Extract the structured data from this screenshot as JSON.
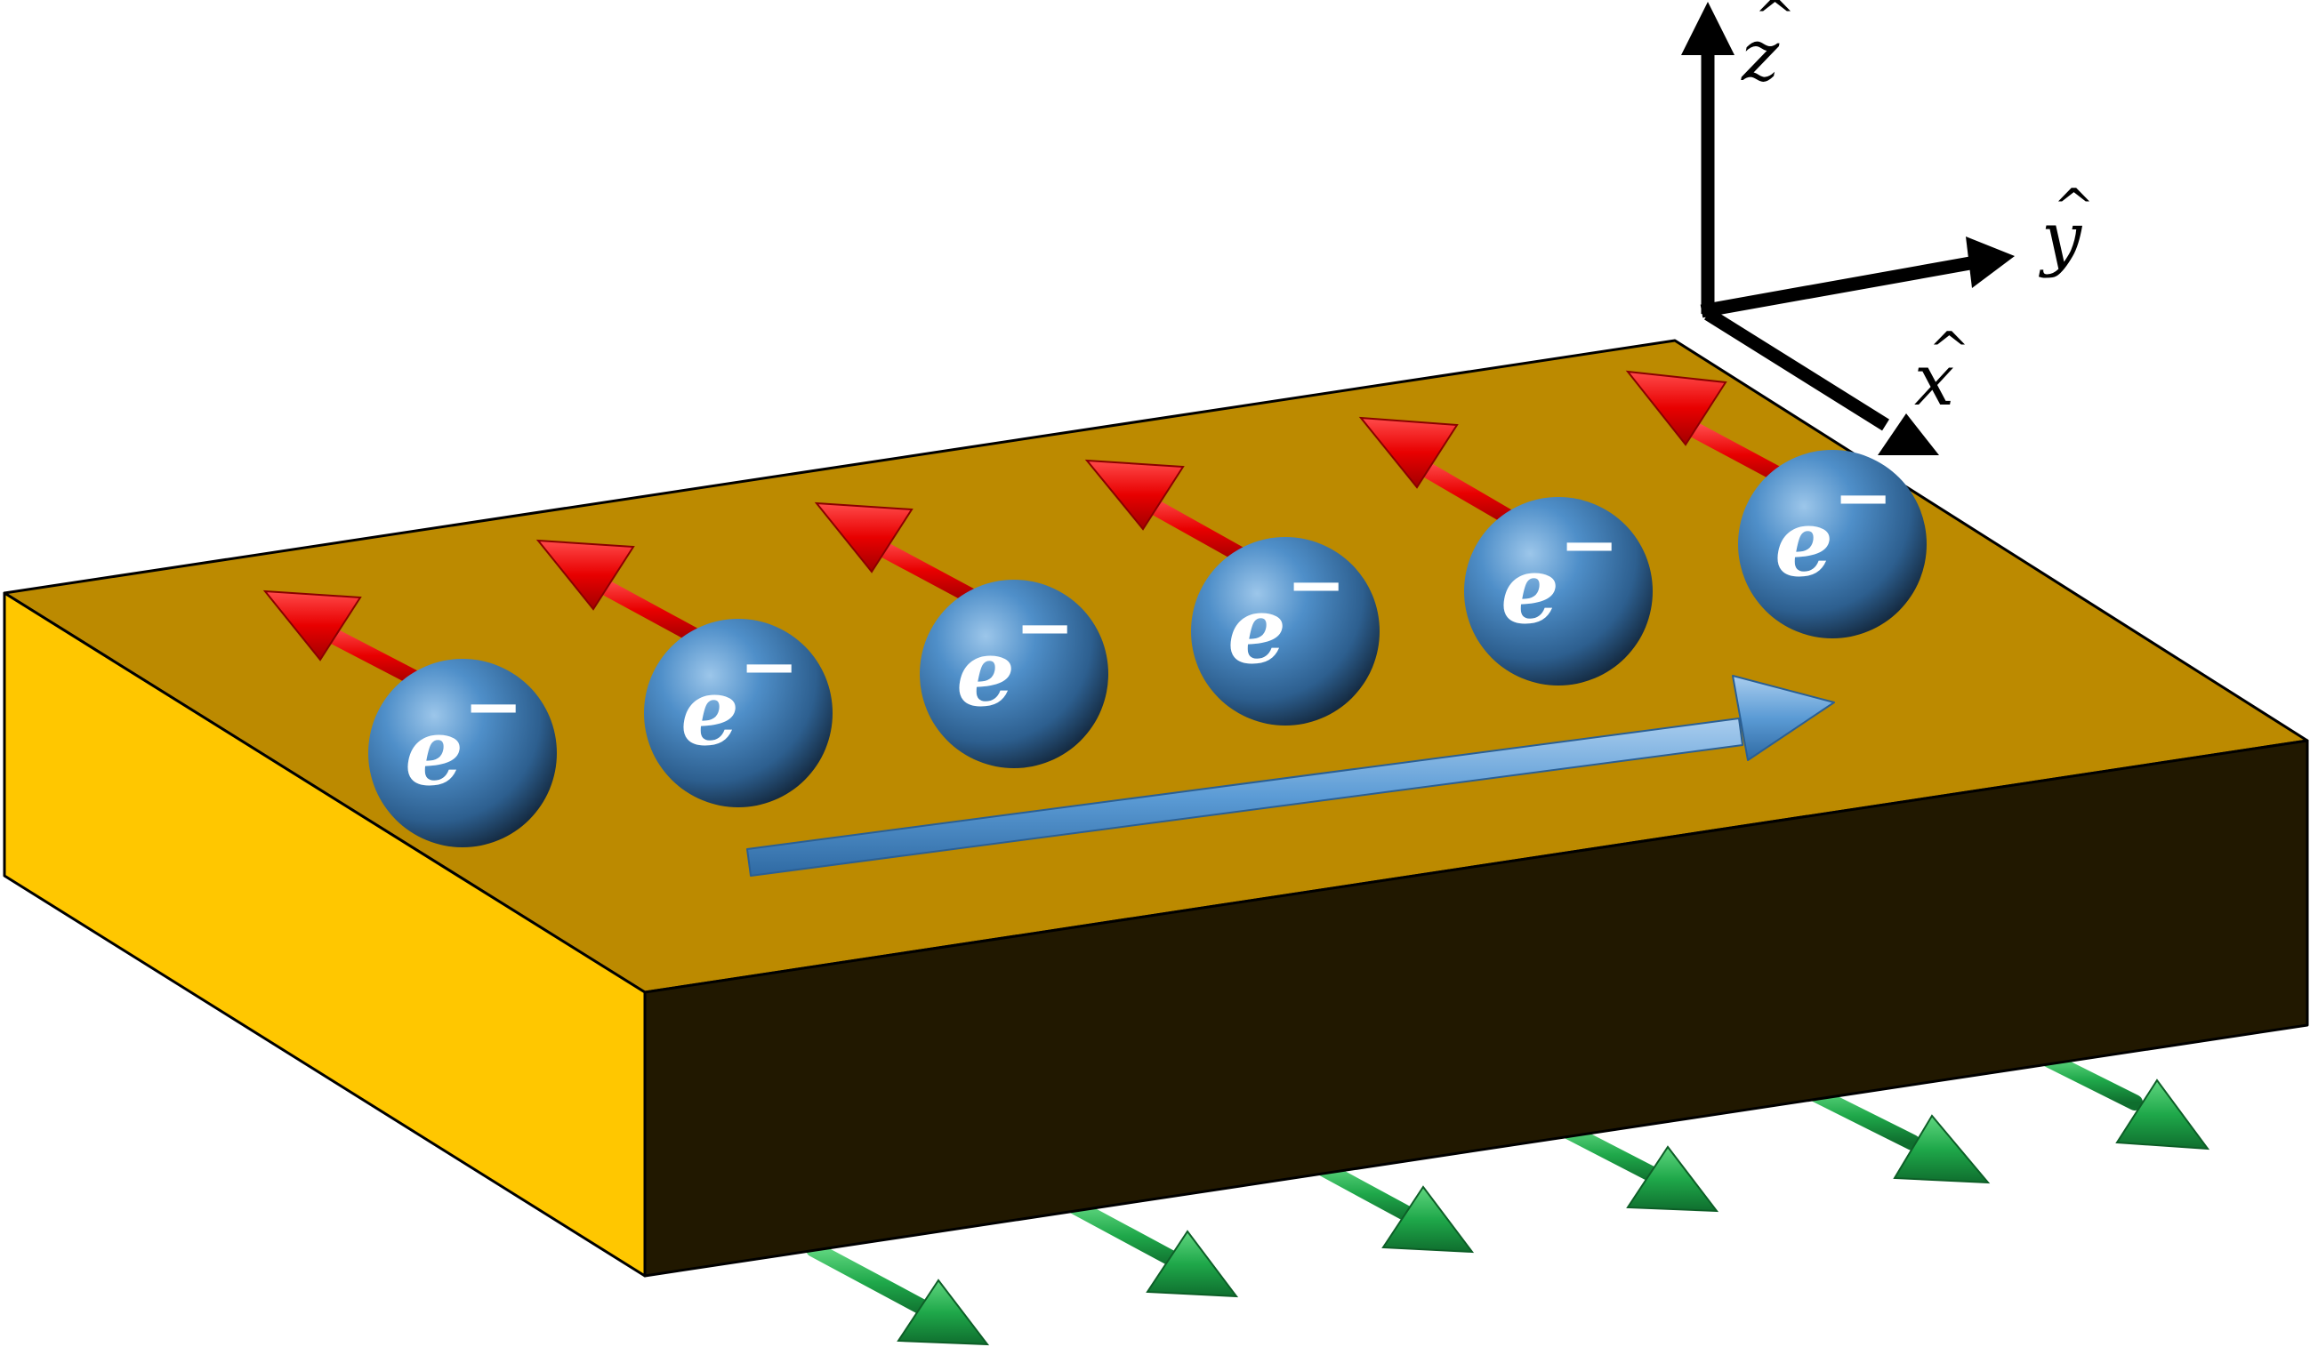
{
  "axes": {
    "z": {
      "letter": "z",
      "hat": "^"
    },
    "y": {
      "letter": "y",
      "hat": "^"
    },
    "x": {
      "letter": "x",
      "hat": "^"
    }
  },
  "electrons": [
    {
      "letter": "e",
      "sup": "−"
    },
    {
      "letter": "e",
      "sup": "−"
    },
    {
      "letter": "e",
      "sup": "−"
    },
    {
      "letter": "e",
      "sup": "−"
    },
    {
      "letter": "e",
      "sup": "−"
    },
    {
      "letter": "e",
      "sup": "−"
    }
  ],
  "colors": {
    "slab_top": "#BC8A00",
    "slab_left": "#FFC700",
    "slab_front": "#211800",
    "spin_arrow_top": "#E80000",
    "spin_arrow_bottom": "#1FA84A",
    "current_arrow": "#5B9BD5",
    "electron": "#3E7DB8"
  }
}
